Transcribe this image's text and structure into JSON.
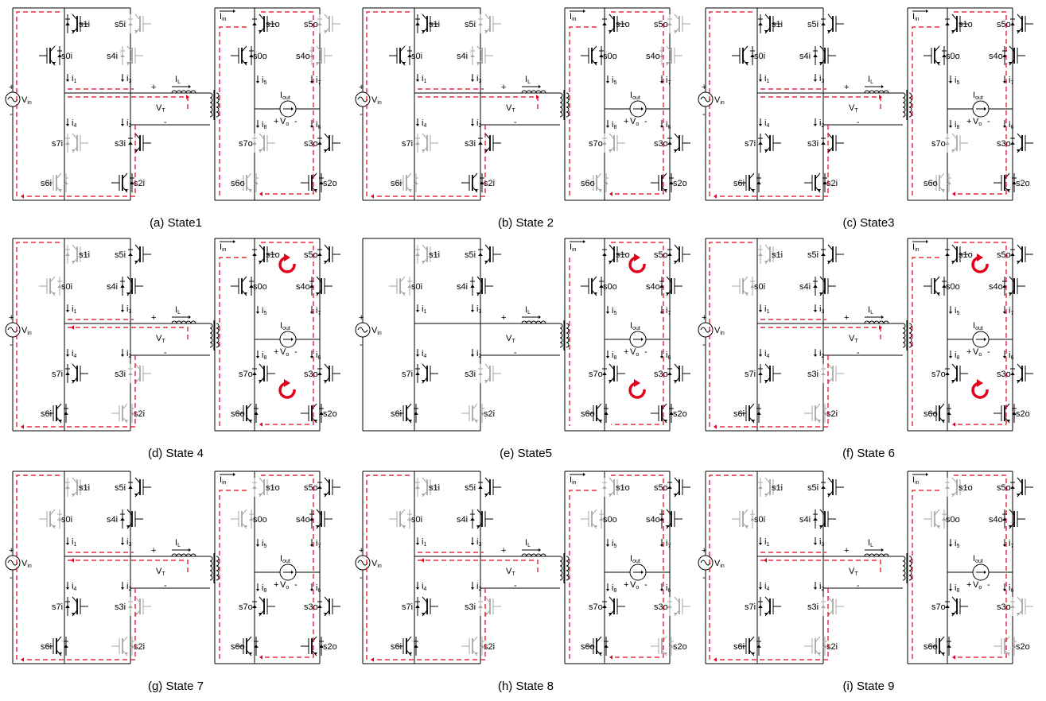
{
  "panels": [
    {
      "caption": "(a) State1",
      "states": {
        "s1i": 1,
        "s5i": 0,
        "s0i": 1,
        "s4i": 0,
        "s7i": 0,
        "s3i": 1,
        "s6i": 0,
        "s2i": 1,
        "s1o": 1,
        "s5o": 0,
        "s0o": 1,
        "s4o": 0,
        "s7o": 0,
        "s3o": 1,
        "s6o": 0,
        "s2o": 1
      },
      "vt_arrow": "right"
    },
    {
      "caption": "(b) State 2",
      "states": {
        "s1i": 1,
        "s5i": 0,
        "s0i": 1,
        "s4i": 0,
        "s7i": 0,
        "s3i": 1,
        "s6i": 0,
        "s2i": 1,
        "s1o": 1,
        "s5o": 0,
        "s0o": 1,
        "s4o": 0,
        "s7o": 0,
        "s3o": 1,
        "s6o": 0,
        "s2o": 1
      },
      "vt_arrow": "right"
    },
    {
      "caption": "(c) State3",
      "states": {
        "s1i": 1,
        "s5i": 1,
        "s0i": 1,
        "s4i": 1,
        "s7i": 1,
        "s3i": 1,
        "s6i": 1,
        "s2i": 1,
        "s1o": 1,
        "s5o": 1,
        "s0o": 1,
        "s4o": 1,
        "s7o": 0,
        "s3o": 1,
        "s6o": 0,
        "s2o": 1
      },
      "vt_arrow": "right"
    },
    {
      "caption": "(d) State 4",
      "states": {
        "s1i": 0,
        "s5i": 1,
        "s0i": 0,
        "s4i": 1,
        "s7i": 1,
        "s3i": 0,
        "s6i": 1,
        "s2i": 0,
        "s1o": 1,
        "s5o": 1,
        "s0o": 1,
        "s4o": 1,
        "s7o": 1,
        "s3o": 1,
        "s6o": 1,
        "s2o": 1
      },
      "vt_arrow": "left",
      "circulating": true
    },
    {
      "caption": "(e) State5",
      "states": {
        "s1i": 0,
        "s5i": 1,
        "s0i": 0,
        "s4i": 1,
        "s7i": 1,
        "s3i": 0,
        "s6i": 1,
        "s2i": 0,
        "s1o": 1,
        "s5o": 1,
        "s0o": 1,
        "s4o": 1,
        "s7o": 1,
        "s3o": 1,
        "s6o": 1,
        "s2o": 1
      },
      "vt_arrow": "none",
      "circulating": true
    },
    {
      "caption": "(f) State 6",
      "states": {
        "s1i": 0,
        "s5i": 1,
        "s0i": 0,
        "s4i": 1,
        "s7i": 1,
        "s3i": 0,
        "s6i": 1,
        "s2i": 0,
        "s1o": 1,
        "s5o": 1,
        "s0o": 1,
        "s4o": 1,
        "s7o": 1,
        "s3o": 1,
        "s6o": 1,
        "s2o": 1
      },
      "vt_arrow": "right",
      "circulating": true
    },
    {
      "caption": "(g) State 7",
      "states": {
        "s1i": 0,
        "s5i": 1,
        "s0i": 0,
        "s4i": 1,
        "s7i": 1,
        "s3i": 0,
        "s6i": 1,
        "s2i": 0,
        "s1o": 0,
        "s5o": 1,
        "s0o": 0,
        "s4o": 1,
        "s7o": 1,
        "s3o": 1,
        "s6o": 1,
        "s2o": 1
      },
      "vt_arrow": "left"
    },
    {
      "caption": "(h) State 8",
      "states": {
        "s1i": 0,
        "s5i": 1,
        "s0i": 0,
        "s4i": 1,
        "s7i": 1,
        "s3i": 0,
        "s6i": 1,
        "s2i": 0,
        "s1o": 0,
        "s5o": 1,
        "s0o": 0,
        "s4o": 1,
        "s7o": 1,
        "s3o": 0,
        "s6o": 1,
        "s2o": 0
      },
      "vt_arrow": "left"
    },
    {
      "caption": "(i) State 9",
      "states": {
        "s1i": 0,
        "s5i": 1,
        "s0i": 0,
        "s4i": 1,
        "s7i": 1,
        "s3i": 0,
        "s6i": 1,
        "s2i": 0,
        "s1o": 0,
        "s5o": 1,
        "s0o": 0,
        "s4o": 1,
        "s7o": 1,
        "s3o": 0,
        "s6o": 1,
        "s2o": 0
      },
      "vt_arrow": "left"
    }
  ],
  "labels": {
    "vin": "V",
    "vin_sub": "in",
    "iin": "I",
    "iin_sub": "in",
    "il": "I",
    "il_sub": "L",
    "vt": "V",
    "vt_sub": "T",
    "iout": "I",
    "iout_sub": "out",
    "vo": "V",
    "vo_sub": "o",
    "plus": "+",
    "minus": "-",
    "i1": "i",
    "i1_sub": "1",
    "i2": "i",
    "i2_sub": "2",
    "i3": "i",
    "i3_sub": "3",
    "i4": "i",
    "i4_sub": "4",
    "i5": "i",
    "i5_sub": "5",
    "i6": "i",
    "i6_sub": "6",
    "i7": "i",
    "i7_sub": "7",
    "i8": "i",
    "i8_sub": "8",
    "s1i": "s1i",
    "s5i": "s5i",
    "s0i": "s0i",
    "s4i": "s4i",
    "s7i": "s7i",
    "s3i": "s3i",
    "s6i": "s6i",
    "s2i": "s2i",
    "s1o": "s1o",
    "s5o": "s5o",
    "s0o": "s0o",
    "s4o": "s4o",
    "s7o": "s7o",
    "s3o": "s3o",
    "s6o": "s6o",
    "s2o": "s2o"
  },
  "colors": {
    "wire": "#000000",
    "switch_on": "#000000",
    "switch_off": "#a6a6a6",
    "current_path": "#e3001b",
    "circulation": "#e3001b"
  }
}
